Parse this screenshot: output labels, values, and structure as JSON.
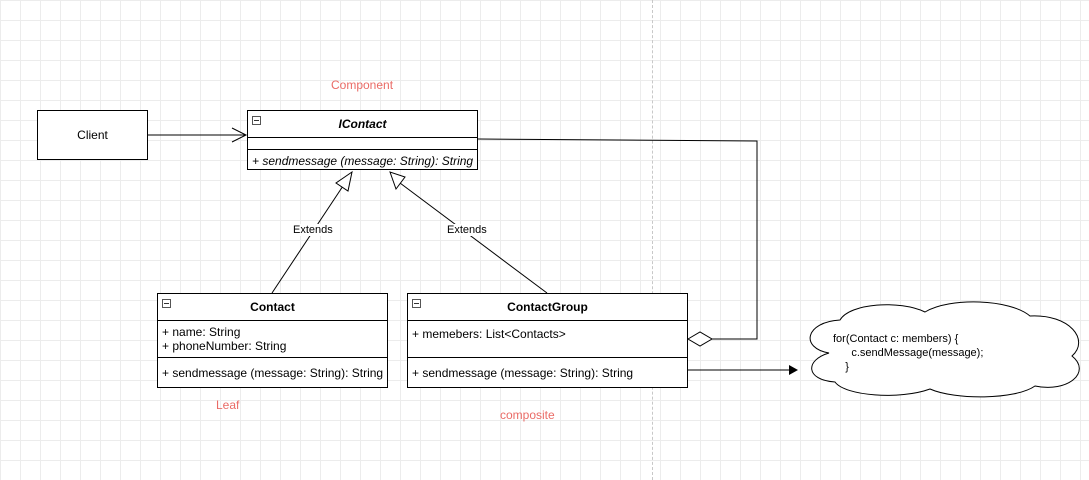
{
  "labels": {
    "component": "Component",
    "leaf": "Leaf",
    "composite": "composite"
  },
  "client": {
    "label": "Client"
  },
  "icontact": {
    "name": "IContact",
    "methods": [
      "+ sendmessage (message: String): String"
    ]
  },
  "contact": {
    "name": "Contact",
    "attributes": [
      "+ name: String",
      "+ phoneNumber: String"
    ],
    "methods": [
      "+ sendmessage (message: String): String"
    ]
  },
  "contact_group": {
    "name": "ContactGroup",
    "attributes": [
      "+ memebers: List<Contacts>"
    ],
    "methods": [
      "+ sendmessage (message: String): String"
    ]
  },
  "edges": {
    "extends_left": "Extends",
    "extends_right": "Extends"
  },
  "note": {
    "lines": [
      "for(Contact c: members) {",
      "      c.sendMessage(message);",
      "    }"
    ]
  }
}
